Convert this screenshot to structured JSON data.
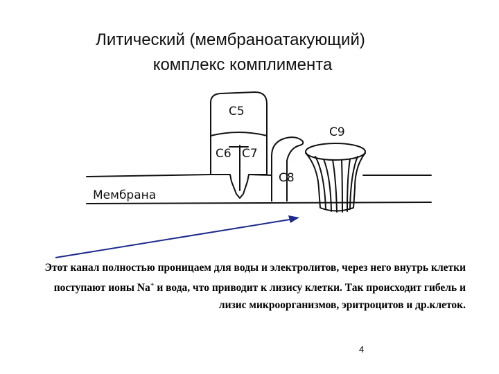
{
  "title": {
    "line1": "Литический (мембраноатакующий)",
    "line2": "комплекс комплимента"
  },
  "diagram": {
    "labels": {
      "c5": "C5",
      "c6": "C6",
      "c7": "C7",
      "c8": "C8",
      "c9": "C9",
      "membrane": "Мембрана"
    }
  },
  "caption": {
    "part1": "Этот канал полностью проницаем для воды и электролитов, через него внутрь клетки поступают ионы Na",
    "sup": "+",
    "part2": " и вода, что приводит к лизису клетки. Так происходит гибель и лизис микроорганизмов, эритроцитов и др.клеток."
  },
  "page_number": "4"
}
